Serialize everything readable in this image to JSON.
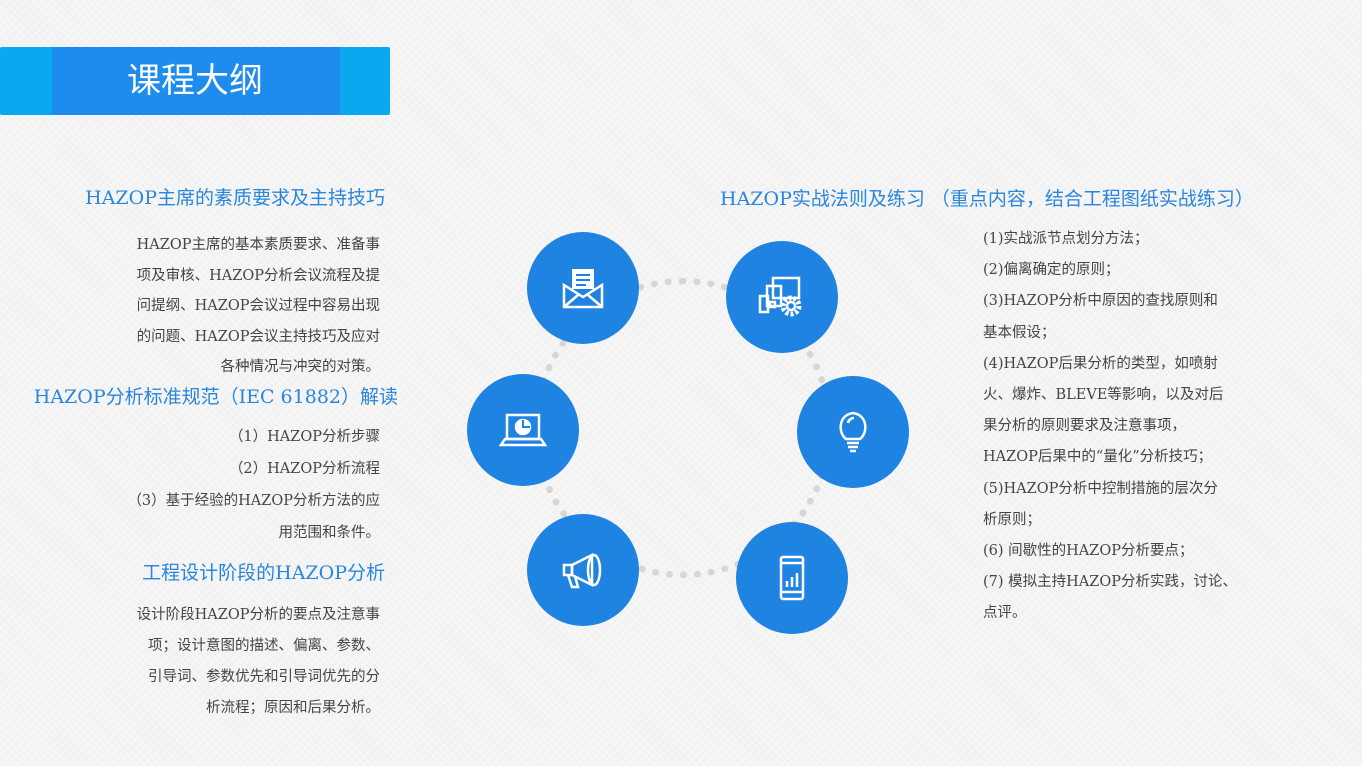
{
  "header": {
    "title": "课程大纲"
  },
  "left": {
    "sections": [
      {
        "heading": "HAZOP主席的素质要求及主持技巧",
        "lines": [
          "HAZOP主席的基本素质要求、准备事",
          "项及审核、HAZOP分析会议流程及提",
          "问提纲、HAZOP会议过程中容易出现",
          "的问题、HAZOP会议主持技巧及应对",
          "各种情况与冲突的对策。"
        ]
      },
      {
        "heading": "HAZOP分析标准规范（IEC 61882）解读",
        "lines": [
          "（1）HAZOP分析步骤",
          "（2）HAZOP分析流程",
          "（3）基于经验的HAZOP分析方法的应",
          "用范围和条件。"
        ]
      },
      {
        "heading": "工程设计阶段的HAZOP分析",
        "lines": [
          "设计阶段HAZOP分析的要点及注意事",
          "项；设计意图的描述、偏离、参数、",
          "引导词、参数优先和引导词优先的分",
          "析流程；原因和后果分析。"
        ]
      }
    ]
  },
  "right": {
    "heading": "HAZOP实战法则及练习 （重点内容，结合工程图纸实战练习）",
    "lines": [
      "(1)实战派节点划分方法；",
      "(2)偏离确定的原则；",
      "(3)HAZOP分析中原因的查找原则和",
      "基本假设；",
      "(4)HAZOP后果分析的类型，如喷射",
      "火、爆炸、BLEVE等影响，以及对后",
      "果分析的原则要求及注意事项，",
      "HAZOP后果中的“量化”分析技巧；",
      "(5)HAZOP分析中控制措施的层次分",
      "析原则；",
      "(6) 间歇性的HAZOP分析要点；",
      "(7) 模拟主持HAZOP分析实践，讨论、",
      "点评。"
    ]
  },
  "icons": [
    "document-mail-icon",
    "devices-gear-icon",
    "laptop-chart-icon",
    "lightbulb-icon",
    "megaphone-icon",
    "phone-chart-icon"
  ],
  "colors": {
    "accent": "#1f83e2",
    "banner_outer": "#0aa8f0",
    "banner_inner": "#1e8cee",
    "heading": "#2a86dc"
  }
}
